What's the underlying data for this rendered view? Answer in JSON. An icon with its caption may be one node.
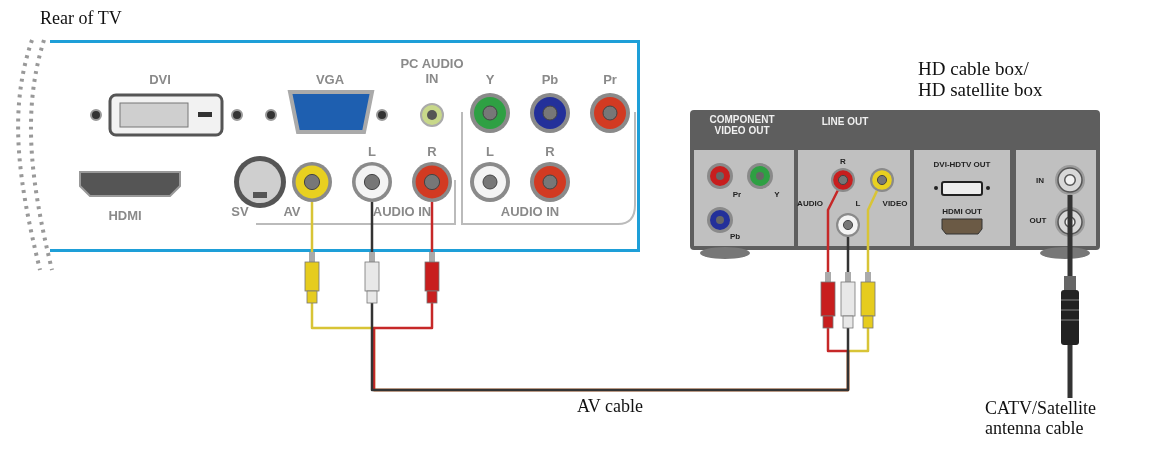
{
  "diagram": {
    "nodes": [
      {
        "text": [
          "Rear of TV"
        ]
      },
      {
        "text": [],
        "shape": "circle",
        "in": 0
      },
      {
        "text": [],
        "shape": "circle",
        "in": 0
      },
      {
        "text": [],
        "shape": "circle",
        "in": 0
      },
      {
        "text": [
          "HD cable box/ HD satellite box"
        ]
      },
      {
        "text": [],
        "shape": "circle",
        "in": 4,
        "beside": [
          "R"
        ]
      },
      {
        "text": [],
        "shape": "circle",
        "in": 4
      },
      {
        "text": [],
        "shape": "circle",
        "in": 4
      },
      {
        "text": [],
        "shape": "circle",
        "in": 4
      },
      {
        "text": [
          "CATV/Satellite antenna cable"
        ]
      }
    ],
    "edges": [
      {
        "from": 1,
        "to": 7,
        "arrow": "none",
        "color": "#d8c436"
      },
      {
        "from": 2,
        "to": 6,
        "arrow": "none",
        "label": "AV cable"
      },
      {
        "from": 3,
        "to": 5,
        "arrow": "none",
        "color": "#c62828"
      },
      {
        "from": 8,
        "to": 9,
        "arrow": "none",
        "style": "thick"
      }
    ],
    "labels": [
      "DVI",
      "VGA",
      "PC AUDIO IN",
      "Y",
      "Pb",
      "Pr",
      "L",
      "R",
      "L",
      "R",
      "HDMI",
      "SV",
      "AV",
      "AUDIO IN",
      "AUDIO IN",
      "COMPONENT VIDEO OUT",
      "LINE OUT",
      "Pr",
      "Y",
      "AUDIO",
      "L",
      "VIDEO",
      "DVI-HDTV OUT",
      "IN",
      "Pb",
      "HDMI OUT",
      "OUT"
    ]
  }
}
